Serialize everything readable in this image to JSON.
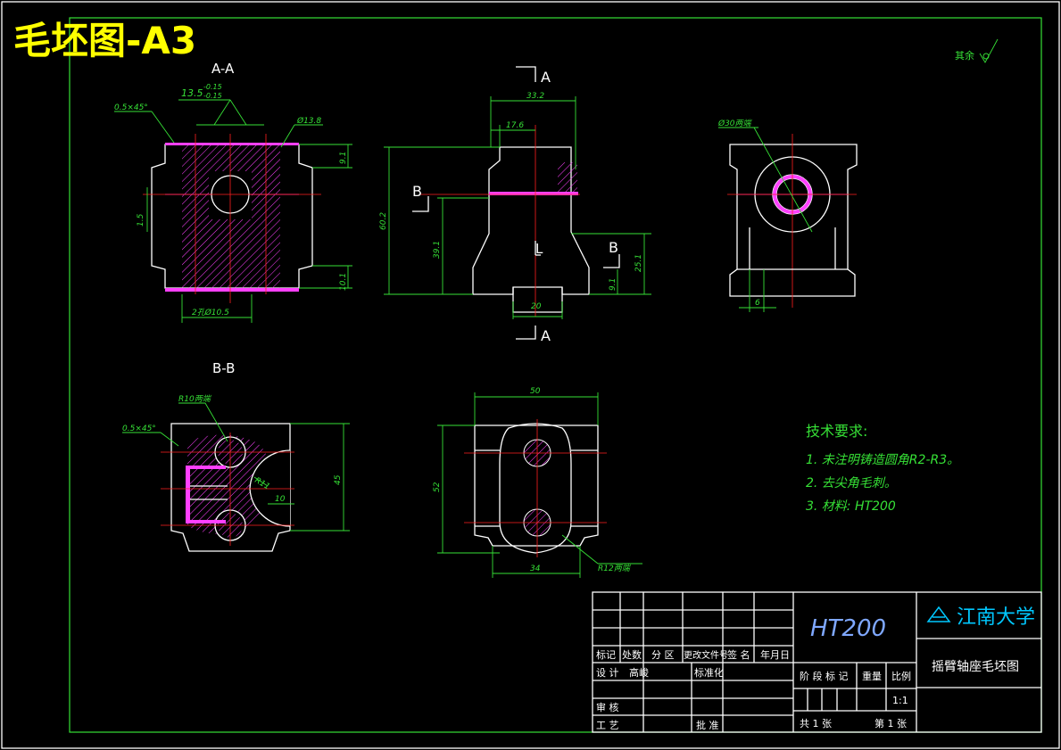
{
  "title": "毛坯图-A3",
  "roughness_note": "其余",
  "views": {
    "section_aa_label": "A-A",
    "section_bb_label": "B-B",
    "section_mark_a": "A",
    "section_mark_b": "B",
    "center_mark_l": "L"
  },
  "dimensions": {
    "chamfer_top": "0.5×45°",
    "tol_main": "13.5",
    "tol_upper": "-0.15",
    "tol_lower": "-0.15",
    "dia_hole": "Ø13.8",
    "d9_1": "9.1",
    "d1_5": "1.5",
    "d10_1": "10.1",
    "holes_2": "2孔Ø10.5",
    "d33_2": "33.2",
    "d17_6": "17.6",
    "d60_2": "60.2",
    "d39_1": "39.1",
    "d25_1": "25.1",
    "d9_1b": "9.1",
    "d20": "20",
    "dia30": "Ø30两端",
    "d6": "6",
    "r10": "R10两端",
    "chamfer_bb": "0.5×45°",
    "r11": "R11",
    "d10": "10",
    "d45": "45",
    "d50": "50",
    "d52": "52",
    "d34": "34",
    "r12": "R12两端"
  },
  "tech_requirements": {
    "heading": "技术要求:",
    "items": [
      "1.  未注明铸造圆角R2-R3。",
      "2. 去尖角毛刺。",
      "3. 材料: HT200"
    ]
  },
  "title_block": {
    "material": "HT200",
    "school": "江南大学",
    "part_name": "摇臂轴座毛坯图",
    "row_headers": [
      "标记",
      "处数",
      "分 区",
      "更改文件号",
      "签 名",
      "年月日"
    ],
    "design_label": "设 计",
    "designer": "高峻",
    "standard_label": "标准化",
    "review_label": "审 核",
    "process_label": "工 艺",
    "approve_label": "批 准",
    "stage_label": "阶 段 标 记",
    "weight_label": "重量",
    "scale_label": "比例",
    "scale_value": "1:1",
    "total_sheets": "共 1  张",
    "sheet_no": "第 1  张"
  },
  "colors": {
    "background": "#000000",
    "outline": "#ffffff",
    "dimension": "#36e036",
    "centerline": "#ff2020",
    "hatch": "#ff40ff",
    "title": "#ffff00"
  }
}
